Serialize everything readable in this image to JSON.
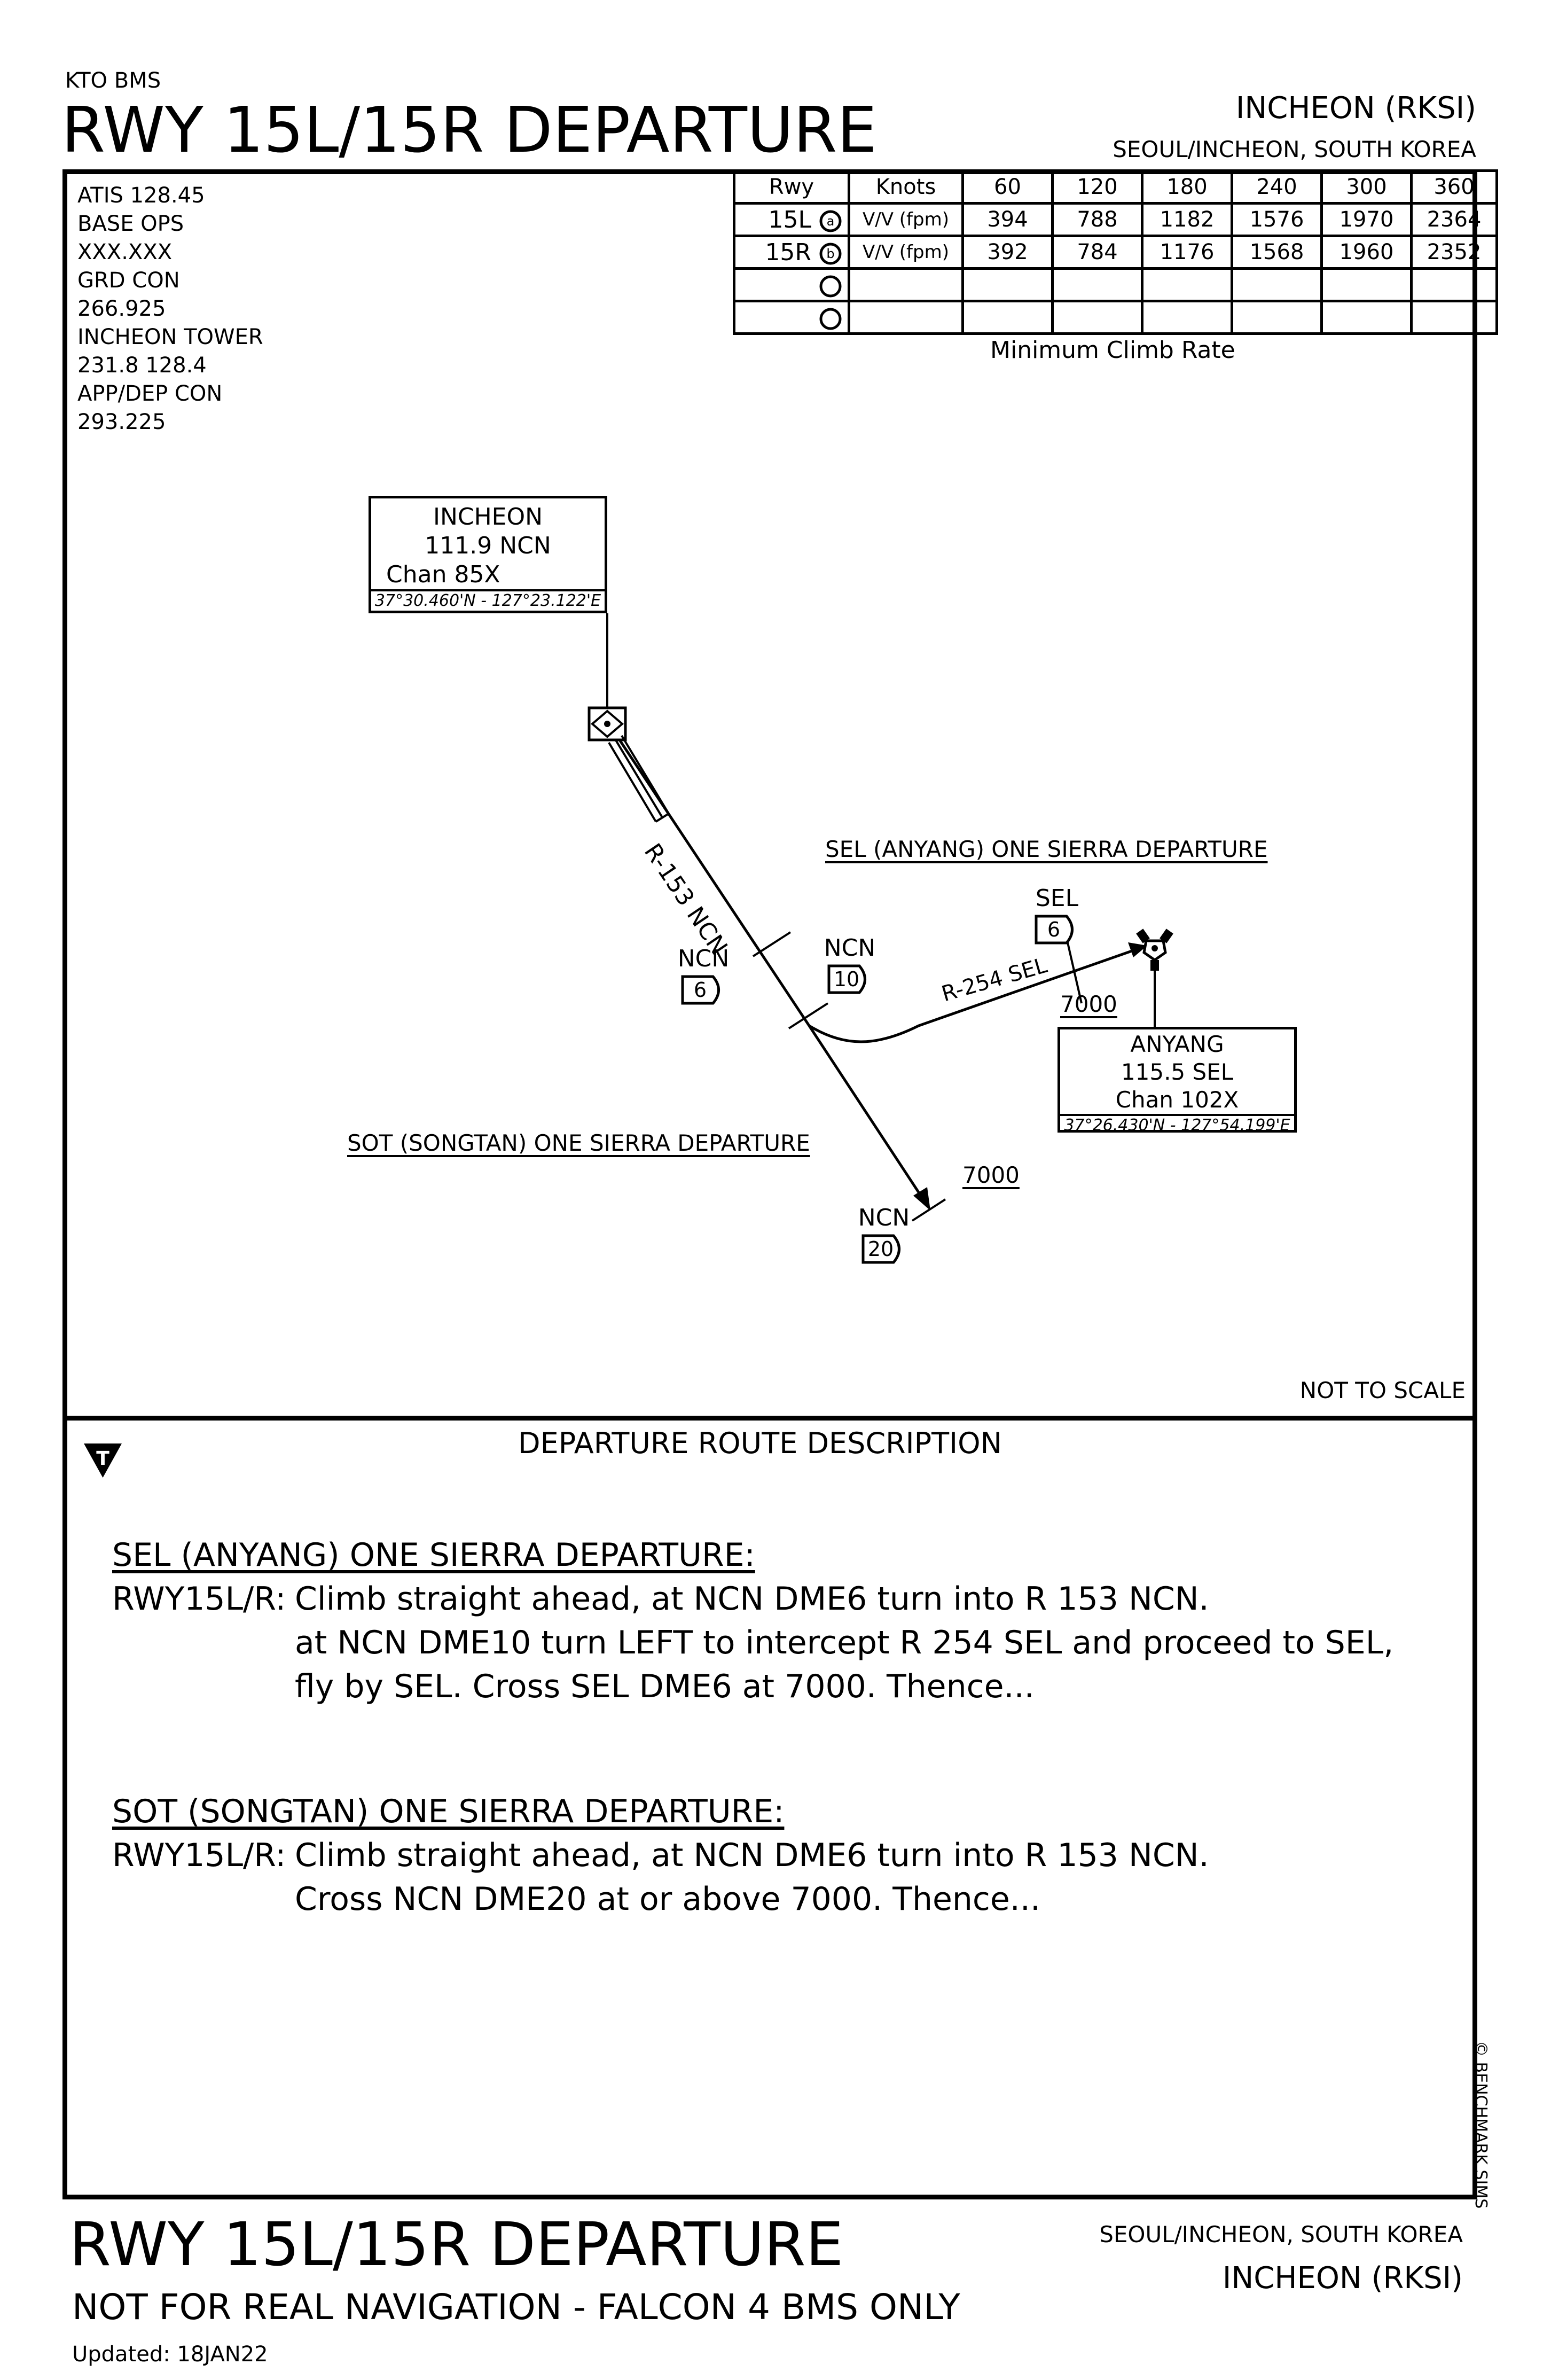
{
  "header": {
    "publisher": "KTO BMS",
    "title": "RWY 15L/15R DEPARTURE",
    "airport": "INCHEON (RKSI)",
    "location": "SEOUL/INCHEON, SOUTH KOREA"
  },
  "comms": [
    "ATIS   128.45",
    "BASE OPS",
    "XXX.XXX",
    "GRD CON",
    "266.925",
    "INCHEON TOWER",
    "231.8  128.4",
    "APP/DEP CON",
    "293.225"
  ],
  "climb_table": {
    "header": [
      "Rwy",
      "Knots",
      "60",
      "120",
      "180",
      "240",
      "300",
      "360"
    ],
    "rows": [
      {
        "rwy": "15L",
        "mark": "a",
        "unit": "V/V (fpm)",
        "values": [
          "394",
          "788",
          "1182",
          "1576",
          "1970",
          "2364"
        ]
      },
      {
        "rwy": "15R",
        "mark": "b",
        "unit": "V/V (fpm)",
        "values": [
          "392",
          "784",
          "1176",
          "1568",
          "1960",
          "2352"
        ]
      },
      {
        "rwy": "",
        "mark": "",
        "unit": "",
        "values": [
          "",
          "",
          "",
          "",
          "",
          ""
        ]
      },
      {
        "rwy": "",
        "mark": "",
        "unit": "",
        "values": [
          "",
          "",
          "",
          "",
          "",
          ""
        ]
      }
    ],
    "caption": "Minimum Climb Rate"
  },
  "navaids": {
    "incheon": {
      "name": "INCHEON",
      "freq": "111.9  NCN",
      "chan": "Chan 85X",
      "coord": "37°30.460'N - 127°23.122'E"
    },
    "anyang": {
      "name": "ANYANG",
      "freq": "115.5  SEL",
      "chan": "Chan 102X",
      "coord": "37°26.430'N - 127°54.199'E"
    }
  },
  "plan": {
    "radial_ncn": "R-153 NCN",
    "radial_sel": "R-254 SEL",
    "sel_departure": "SEL (ANYANG) ONE SIERRA DEPARTURE",
    "sot_departure": "SOT (SONGTAN) ONE SIERRA DEPARTURE",
    "ncn6": {
      "station": "NCN",
      "dist": "6"
    },
    "ncn10": {
      "station": "NCN",
      "dist": "10"
    },
    "sel6": {
      "station": "SEL",
      "dist": "6"
    },
    "ncn20": {
      "station": "NCN",
      "dist": "20"
    },
    "alt_sel": "7000",
    "alt_ncn": "7000",
    "scale_note": "NOT TO SCALE"
  },
  "description": {
    "heading": "DEPARTURE ROUTE DESCRIPTION",
    "takeoff_min_symbol": "T",
    "sel_title": "SEL (ANYANG) ONE SIERRA DEPARTURE:",
    "sel_label": "RWY15L/R:",
    "sel_lines": [
      "Climb straight ahead, at NCN DME6 turn into R 153 NCN.",
      "at NCN DME10 turn LEFT to intercept R 254 SEL and proceed to SEL,",
      "fly by SEL. Cross SEL DME6 at 7000. Thence..."
    ],
    "sot_title": "SOT (SONGTAN) ONE SIERRA DEPARTURE:",
    "sot_label": "RWY15L/R:",
    "sot_lines": [
      "Climb straight ahead, at NCN DME6 turn into R 153 NCN.",
      "Cross NCN DME20 at or above 7000. Thence..."
    ]
  },
  "copyright": "© BENCHMARK SIMS",
  "footer": {
    "title": "RWY 15L/15R DEPARTURE",
    "location": "SEOUL/INCHEON, SOUTH KOREA",
    "airport": "INCHEON (RKSI)",
    "disclaimer": "NOT FOR REAL NAVIGATION - FALCON 4 BMS ONLY",
    "updated": "Updated: 18JAN22"
  }
}
